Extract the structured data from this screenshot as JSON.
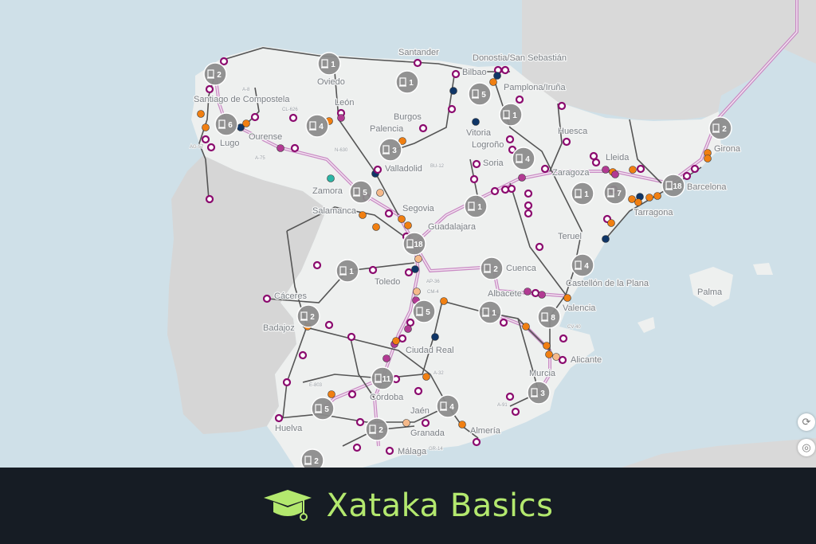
{
  "map": {
    "colors": {
      "sea": "#cfe0e8",
      "spain": "#eef0ef",
      "neighbor": "#d9d9d9",
      "cluster": "#8c8c8c",
      "station_ring": "#8b0a6e",
      "station_magenta": "#b23a93",
      "station_orange": "#f07f12",
      "station_peach": "#f5b98a",
      "station_navy": "#0f3566",
      "station_teal": "#2bb5a5",
      "rail": "#c98bc4",
      "road": "#555"
    },
    "cities": [
      "Santiago de Compostela",
      "Lugo",
      "Ourense",
      "Oviedo",
      "Santander",
      "Bilbao",
      "Donostia/San Sebastián",
      "Vitoria",
      "Pamplona/Iruña",
      "León",
      "Palencia",
      "Burgos",
      "Logroño",
      "Valladolid",
      "Zamora",
      "Salamanca",
      "Segovia",
      "Soria",
      "Huesca",
      "Zaragoza",
      "Lleida",
      "Tarragona",
      "Barcelona",
      "Girona",
      "Guadalajara",
      "Toledo",
      "Cuenca",
      "Teruel",
      "Castellón de la Plana",
      "Valencia",
      "Cáceres",
      "Badajoz",
      "Ciudad Real",
      "Albacete",
      "Alicante",
      "Murcia",
      "Córdoba",
      "Jaén",
      "Granada",
      "Almería",
      "Málaga",
      "Huelva",
      "Palma"
    ],
    "road_labels": [
      "A-8",
      "CL-626",
      "N-630",
      "A-75",
      "BU-12",
      "AP-36",
      "CM-4",
      "A-32",
      "A-91",
      "CV-40",
      "E-803",
      "GR-14",
      "AG-57"
    ],
    "clusters": [
      2,
      1,
      1,
      5,
      1,
      6,
      4,
      3,
      4,
      5,
      1,
      1,
      7,
      18,
      2,
      18,
      1,
      2,
      4,
      2,
      5,
      1,
      8,
      11,
      5,
      4,
      3,
      2,
      2
    ],
    "cluster_icon": "charging-station-icon"
  },
  "controls": {
    "rotate_icon": "rotate-icon",
    "locate_icon": "locate-icon"
  },
  "footer": {
    "brand": "Xataka Basics",
    "logo_icon": "graduation-cap-icon",
    "brand_color": "#b3e86e"
  }
}
